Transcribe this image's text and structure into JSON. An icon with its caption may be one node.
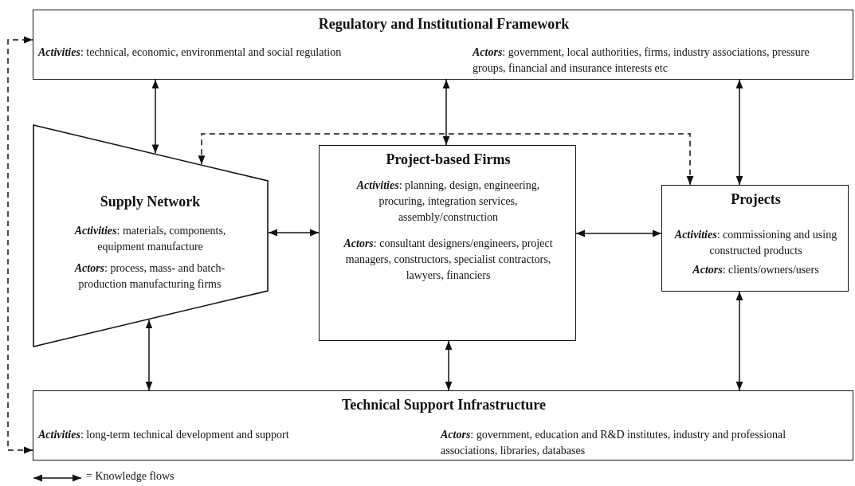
{
  "diagram": {
    "nodes": [
      {
        "text": [
          "Regulatory and Institutional Framework",
          "*Activities*: technical, economic, environmental and social regulation",
          "*Actors*: government, local authorities, firms, industry associations, pressure groups, financial and insurance interests etc"
        ]
      },
      {
        "text": [
          "Supply Network",
          "*Activities*: materials, components, equipment manufacture",
          "*Actors*: process, mass- and batch-production manufacturing firms"
        ]
      },
      {
        "text": [
          "Project-based Firms",
          "*Activities*: planning, design, engineering, procuring, integration services, assembly/construction",
          "*Actors*: consultant designers/engineers, project managers, constructors, specialist contractors, lawyers, financiers"
        ]
      },
      {
        "text": [
          "Projects",
          "*Activities*: commissioning and using constructed products",
          "*Actors*: clients/owners/users"
        ]
      },
      {
        "text": [
          "Technical Support Infrastructure",
          "*Activities*: long-term technical development and support",
          "*Actors*: government, education and R&D institutes, industry and professional associations, libraries, databases"
        ]
      }
    ],
    "edges": [
      {
        "from": 0,
        "to": 1,
        "arrow": "both"
      },
      {
        "from": 0,
        "to": 2,
        "arrow": "both"
      },
      {
        "from": 0,
        "to": 3,
        "arrow": "both"
      },
      {
        "from": 1,
        "to": 2,
        "arrow": "both"
      },
      {
        "from": 2,
        "to": 3,
        "arrow": "both"
      },
      {
        "from": 1,
        "to": 4,
        "arrow": "both"
      },
      {
        "from": 2,
        "to": 4,
        "arrow": "both"
      },
      {
        "from": 3,
        "to": 4,
        "arrow": "both"
      },
      {
        "from": 4,
        "to": 0,
        "arrow": "both",
        "style": "dashed"
      },
      {
        "from": 1,
        "to": 3,
        "arrow": "both",
        "style": "dashed"
      }
    ],
    "legend": [
      {
        "text": "= Knowledge flows"
      }
    ]
  }
}
